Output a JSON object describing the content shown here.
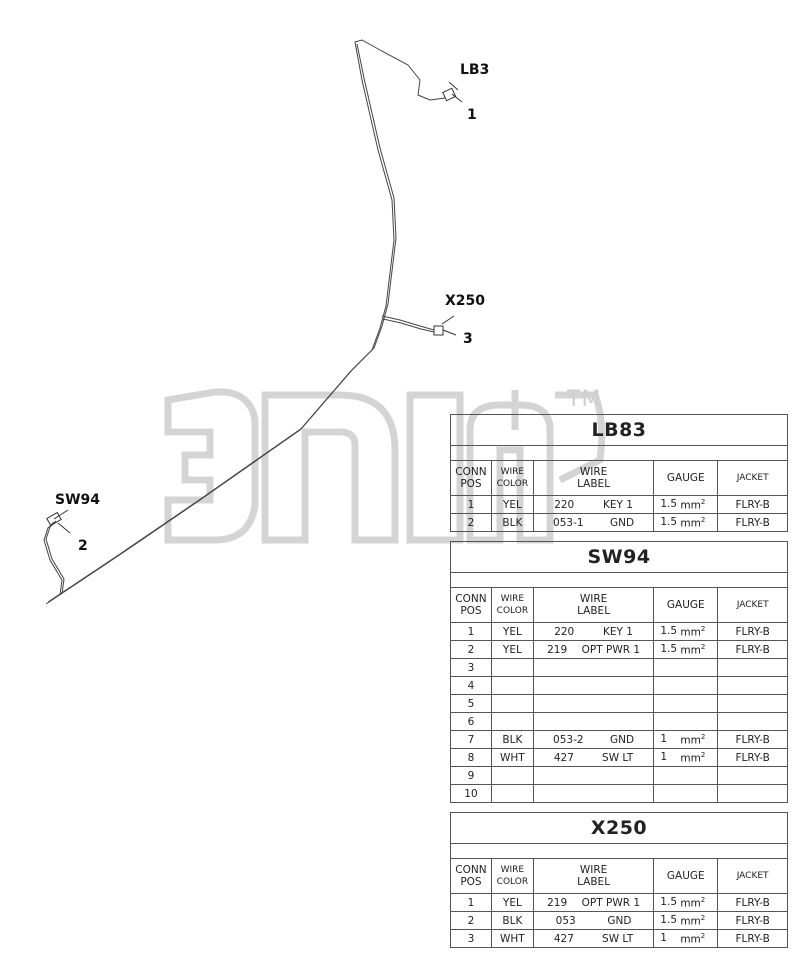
{
  "watermark": {
    "tm": "TM",
    "color": "#d2d2d2"
  },
  "callouts": [
    {
      "id": "LB3",
      "num": "1"
    },
    {
      "id": "X250",
      "num": "3"
    },
    {
      "id": "SW94",
      "num": "2"
    }
  ],
  "table_headers": {
    "conn": "CONN",
    "pos": "POS",
    "wire": "WIRE",
    "color": "COLOR",
    "wire2": "WIRE",
    "label": "LABEL",
    "gauge": "GAUGE",
    "jacket": "JACKET"
  },
  "tables": {
    "lb83": {
      "title": "LB83",
      "rows": [
        {
          "pos": "1",
          "color": "YEL",
          "num": "220",
          "name": "KEY 1",
          "g": "1.5",
          "u": "mm",
          "j": "FLRY-B"
        },
        {
          "pos": "2",
          "color": "BLK",
          "num": "053-1",
          "name": "GND",
          "g": "1.5",
          "u": "mm",
          "j": "FLRY-B"
        }
      ]
    },
    "sw94": {
      "title": "SW94",
      "rows": [
        {
          "pos": "1",
          "color": "YEL",
          "num": "220",
          "name": "KEY 1",
          "g": "1.5",
          "u": "mm",
          "j": "FLRY-B"
        },
        {
          "pos": "2",
          "color": "YEL",
          "num": "219",
          "name": "OPT PWR 1",
          "g": "1.5",
          "u": "mm",
          "j": "FLRY-B"
        },
        {
          "pos": "3",
          "color": "",
          "num": "",
          "name": "",
          "g": "",
          "u": "",
          "j": ""
        },
        {
          "pos": "4",
          "color": "",
          "num": "",
          "name": "",
          "g": "",
          "u": "",
          "j": ""
        },
        {
          "pos": "5",
          "color": "",
          "num": "",
          "name": "",
          "g": "",
          "u": "",
          "j": ""
        },
        {
          "pos": "6",
          "color": "",
          "num": "",
          "name": "",
          "g": "",
          "u": "",
          "j": ""
        },
        {
          "pos": "7",
          "color": "BLK",
          "num": "053-2",
          "name": "GND",
          "g": "1",
          "u": "mm",
          "j": "FLRY-B"
        },
        {
          "pos": "8",
          "color": "WHT",
          "num": "427",
          "name": "SW LT",
          "g": "1",
          "u": "mm",
          "j": "FLRY-B"
        },
        {
          "pos": "9",
          "color": "",
          "num": "",
          "name": "",
          "g": "",
          "u": "",
          "j": ""
        },
        {
          "pos": "10",
          "color": "",
          "num": "",
          "name": "",
          "g": "",
          "u": "",
          "j": ""
        }
      ]
    },
    "x250": {
      "title": "X250",
      "rows": [
        {
          "pos": "1",
          "color": "YEL",
          "num": "219",
          "name": "OPT PWR 1",
          "g": "1.5",
          "u": "mm",
          "j": "FLRY-B"
        },
        {
          "pos": "2",
          "color": "BLK",
          "num": "053",
          "name": "GND",
          "g": "1.5",
          "u": "mm",
          "j": "FLRY-B"
        },
        {
          "pos": "3",
          "color": "WHT",
          "num": "427",
          "name": "SW LT",
          "g": "1",
          "u": "mm",
          "j": "FLRY-B"
        }
      ]
    }
  }
}
